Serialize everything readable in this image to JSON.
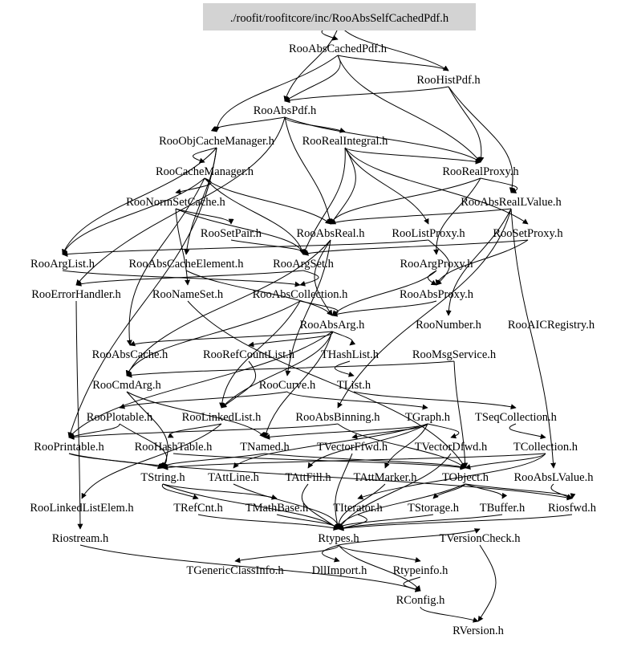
{
  "diagram": {
    "type": "include-dependency-graph",
    "root": {
      "id": "root",
      "label": "./roofit/roofitcore/inc/RooAbsSelfCachedPdf.h",
      "fill": "#d3d3d3"
    },
    "nodes": [
      {
        "id": "RooAbsCachedPdf",
        "label": "RooAbsCachedPdf.h"
      },
      {
        "id": "RooHistPdf",
        "label": "RooHistPdf.h"
      },
      {
        "id": "RooAbsPdf",
        "label": "RooAbsPdf.h"
      },
      {
        "id": "RooObjCacheManager",
        "label": "RooObjCacheManager.h"
      },
      {
        "id": "RooRealIntegral",
        "label": "RooRealIntegral.h"
      },
      {
        "id": "RooCacheManager",
        "label": "RooCacheManager.h"
      },
      {
        "id": "RooRealProxy",
        "label": "RooRealProxy.h"
      },
      {
        "id": "RooNormSetCache",
        "label": "RooNormSetCache.h"
      },
      {
        "id": "RooAbsRealLValue",
        "label": "RooAbsRealLValue.h"
      },
      {
        "id": "RooSetPair",
        "label": "RooSetPair.h"
      },
      {
        "id": "RooAbsReal",
        "label": "RooAbsReal.h"
      },
      {
        "id": "RooListProxy",
        "label": "RooListProxy.h"
      },
      {
        "id": "RooSetProxy",
        "label": "RooSetProxy.h"
      },
      {
        "id": "RooArgList",
        "label": "RooArgList.h"
      },
      {
        "id": "RooAbsCacheElement",
        "label": "RooAbsCacheElement.h"
      },
      {
        "id": "RooArgSet",
        "label": "RooArgSet.h"
      },
      {
        "id": "RooArgProxy",
        "label": "RooArgProxy.h"
      },
      {
        "id": "RooErrorHandler",
        "label": "RooErrorHandler.h"
      },
      {
        "id": "RooNameSet",
        "label": "RooNameSet.h"
      },
      {
        "id": "RooAbsCollection",
        "label": "RooAbsCollection.h"
      },
      {
        "id": "RooAbsProxy",
        "label": "RooAbsProxy.h"
      },
      {
        "id": "RooAbsArg",
        "label": "RooAbsArg.h"
      },
      {
        "id": "RooNumber",
        "label": "RooNumber.h"
      },
      {
        "id": "RooAICRegistry",
        "label": "RooAICRegistry.h"
      },
      {
        "id": "RooAbsCache",
        "label": "RooAbsCache.h"
      },
      {
        "id": "RooRefCountList",
        "label": "RooRefCountList.h"
      },
      {
        "id": "THashList",
        "label": "THashList.h"
      },
      {
        "id": "RooMsgService",
        "label": "RooMsgService.h"
      },
      {
        "id": "RooCmdArg",
        "label": "RooCmdArg.h"
      },
      {
        "id": "RooCurve",
        "label": "RooCurve.h"
      },
      {
        "id": "TList",
        "label": "TList.h"
      },
      {
        "id": "RooPlotable",
        "label": "RooPlotable.h"
      },
      {
        "id": "RooLinkedList",
        "label": "RooLinkedList.h"
      },
      {
        "id": "RooAbsBinning",
        "label": "RooAbsBinning.h"
      },
      {
        "id": "TGraph",
        "label": "TGraph.h"
      },
      {
        "id": "TSeqCollection",
        "label": "TSeqCollection.h"
      },
      {
        "id": "RooPrintable",
        "label": "RooPrintable.h"
      },
      {
        "id": "RooHashTable",
        "label": "RooHashTable.h"
      },
      {
        "id": "TNamed",
        "label": "TNamed.h"
      },
      {
        "id": "TVectorFfwd",
        "label": "TVectorFfwd.h"
      },
      {
        "id": "TVectorDfwd",
        "label": "TVectorDfwd.h"
      },
      {
        "id": "TCollection",
        "label": "TCollection.h"
      },
      {
        "id": "TString",
        "label": "TString.h"
      },
      {
        "id": "TAttLine",
        "label": "TAttLine.h"
      },
      {
        "id": "TAttFill",
        "label": "TAttFill.h"
      },
      {
        "id": "TAttMarker",
        "label": "TAttMarker.h"
      },
      {
        "id": "TObject",
        "label": "TObject.h"
      },
      {
        "id": "RooAbsLValue",
        "label": "RooAbsLValue.h"
      },
      {
        "id": "RooLinkedListElem",
        "label": "RooLinkedListElem.h"
      },
      {
        "id": "TRefCnt",
        "label": "TRefCnt.h"
      },
      {
        "id": "TMathBase",
        "label": "TMathBase.h"
      },
      {
        "id": "TIterator",
        "label": "TIterator.h"
      },
      {
        "id": "TStorage",
        "label": "TStorage.h"
      },
      {
        "id": "TBuffer",
        "label": "TBuffer.h"
      },
      {
        "id": "Riosfwd",
        "label": "Riosfwd.h"
      },
      {
        "id": "Riostream",
        "label": "Riostream.h"
      },
      {
        "id": "Rtypes",
        "label": "Rtypes.h"
      },
      {
        "id": "TVersionCheck",
        "label": "TVersionCheck.h"
      },
      {
        "id": "TGenericClassInfo",
        "label": "TGenericClassInfo.h"
      },
      {
        "id": "DllImport",
        "label": "DllImport.h"
      },
      {
        "id": "Rtypeinfo",
        "label": "Rtypeinfo.h"
      },
      {
        "id": "RConfig",
        "label": "RConfig.h"
      },
      {
        "id": "RVersion",
        "label": "RVersion.h"
      }
    ],
    "edges": [
      [
        "root",
        "RooAbsCachedPdf"
      ],
      [
        "root",
        "RooHistPdf"
      ],
      [
        "root",
        "RooAbsPdf"
      ],
      [
        "RooAbsCachedPdf",
        "RooHistPdf"
      ],
      [
        "RooAbsCachedPdf",
        "RooAbsPdf"
      ],
      [
        "RooAbsCachedPdf",
        "RooObjCacheManager"
      ],
      [
        "RooAbsCachedPdf",
        "RooRealProxy"
      ],
      [
        "RooHistPdf",
        "RooAbsPdf"
      ],
      [
        "RooHistPdf",
        "RooRealProxy"
      ],
      [
        "RooHistPdf",
        "RooAbsRealLValue"
      ],
      [
        "RooAbsPdf",
        "RooObjCacheManager"
      ],
      [
        "RooAbsPdf",
        "RooRealIntegral"
      ],
      [
        "RooAbsPdf",
        "RooAbsReal"
      ],
      [
        "RooAbsPdf",
        "RooRealProxy"
      ],
      [
        "RooAbsPdf",
        "RooErrorHandler"
      ],
      [
        "RooObjCacheManager",
        "RooCacheManager"
      ],
      [
        "RooObjCacheManager",
        "RooArgList"
      ],
      [
        "RooObjCacheManager",
        "RooAbsCacheElement"
      ],
      [
        "RooObjCacheManager",
        "RooPrintable"
      ],
      [
        "RooRealIntegral",
        "RooAbsReal"
      ],
      [
        "RooRealIntegral",
        "RooRealProxy"
      ],
      [
        "RooRealIntegral",
        "RooSetProxy"
      ],
      [
        "RooRealIntegral",
        "RooListProxy"
      ],
      [
        "RooRealIntegral",
        "RooArgSet"
      ],
      [
        "RooCacheManager",
        "RooNormSetCache"
      ],
      [
        "RooCacheManager",
        "RooAbsCache"
      ],
      [
        "RooCacheManager",
        "RooArgList"
      ],
      [
        "RooCacheManager",
        "RooAbsReal"
      ],
      [
        "RooCacheManager",
        "RooArgSet"
      ],
      [
        "RooRealProxy",
        "RooAbsRealLValue"
      ],
      [
        "RooRealProxy",
        "RooAbsReal"
      ],
      [
        "RooRealProxy",
        "RooArgProxy"
      ],
      [
        "RooNormSetCache",
        "RooNameSet"
      ],
      [
        "RooNormSetCache",
        "RooSetPair"
      ],
      [
        "RooNormSetCache",
        "RooArgSet"
      ],
      [
        "RooAbsRealLValue",
        "RooAbsReal"
      ],
      [
        "RooAbsRealLValue",
        "RooNumber"
      ],
      [
        "RooAbsRealLValue",
        "RooAbsLValue"
      ],
      [
        "RooAbsRealLValue",
        "RooAbsBinning"
      ],
      [
        "RooSetPair",
        "RooArgSet"
      ],
      [
        "RooAbsReal",
        "RooAbsArg"
      ],
      [
        "RooAbsReal",
        "RooCmdArg"
      ],
      [
        "RooAbsReal",
        "RooCurve"
      ],
      [
        "RooListProxy",
        "RooArgList"
      ],
      [
        "RooListProxy",
        "RooAbsProxy"
      ],
      [
        "RooSetProxy",
        "RooArgSet"
      ],
      [
        "RooSetProxy",
        "RooAbsProxy"
      ],
      [
        "RooArgList",
        "RooAbsCollection"
      ],
      [
        "RooAbsCacheElement",
        "RooAbsArg"
      ],
      [
        "RooArgSet",
        "RooAbsCollection"
      ],
      [
        "RooArgSet",
        "RooErrorHandler"
      ],
      [
        "RooArgProxy",
        "RooAbsProxy"
      ],
      [
        "RooArgProxy",
        "RooAbsArg"
      ],
      [
        "RooNameSet",
        "TObject"
      ],
      [
        "RooAbsCollection",
        "RooAbsArg"
      ],
      [
        "RooAbsCollection",
        "RooCmdArg"
      ],
      [
        "RooAbsCollection",
        "RooLinkedList"
      ],
      [
        "RooAbsProxy",
        "RooAbsArg"
      ],
      [
        "RooAbsArg",
        "THashList"
      ],
      [
        "RooAbsArg",
        "RooRefCountList"
      ],
      [
        "RooAbsArg",
        "RooAbsCache"
      ],
      [
        "RooAbsArg",
        "RooPrintable"
      ],
      [
        "RooAbsArg",
        "TNamed"
      ],
      [
        "RooAbsArg",
        "RooLinkedList"
      ],
      [
        "RooRefCountList",
        "RooLinkedList"
      ],
      [
        "THashList",
        "TList"
      ],
      [
        "RooMsgService",
        "RooCmdArg"
      ],
      [
        "RooMsgService",
        "TObject"
      ],
      [
        "RooCmdArg",
        "TNamed"
      ],
      [
        "RooCmdArg",
        "TString"
      ],
      [
        "RooCurve",
        "TGraph"
      ],
      [
        "RooCurve",
        "RooPlotable"
      ],
      [
        "TList",
        "TSeqCollection"
      ],
      [
        "RooPlotable",
        "RooPrintable"
      ],
      [
        "RooPlotable",
        "TString"
      ],
      [
        "RooLinkedList",
        "RooHashTable"
      ],
      [
        "RooLinkedList",
        "RooLinkedListElem"
      ],
      [
        "RooAbsBinning",
        "TObject"
      ],
      [
        "RooAbsBinning",
        "RooPrintable"
      ],
      [
        "TGraph",
        "TNamed"
      ],
      [
        "TGraph",
        "TAttLine"
      ],
      [
        "TGraph",
        "TAttFill"
      ],
      [
        "TGraph",
        "TAttMarker"
      ],
      [
        "TGraph",
        "TVectorFfwd"
      ],
      [
        "TGraph",
        "TVectorDfwd"
      ],
      [
        "TSeqCollection",
        "TCollection"
      ],
      [
        "RooPrintable",
        "Riosfwd"
      ],
      [
        "RooPrintable",
        "TString"
      ],
      [
        "RooHashTable",
        "TObject"
      ],
      [
        "TNamed",
        "TObject"
      ],
      [
        "TNamed",
        "TString"
      ],
      [
        "TVectorFfwd",
        "Rtypes"
      ],
      [
        "TVectorDfwd",
        "Rtypes"
      ],
      [
        "TCollection",
        "TObject"
      ],
      [
        "TCollection",
        "TIterator"
      ],
      [
        "TCollection",
        "TString"
      ],
      [
        "TString",
        "TRefCnt"
      ],
      [
        "TString",
        "TMathBase"
      ],
      [
        "TString",
        "Rtypes"
      ],
      [
        "TAttLine",
        "Rtypes"
      ],
      [
        "TAttFill",
        "Rtypes"
      ],
      [
        "TAttMarker",
        "Rtypes"
      ],
      [
        "TObject",
        "TStorage"
      ],
      [
        "TObject",
        "TBuffer"
      ],
      [
        "TObject",
        "Riosfwd"
      ],
      [
        "TObject",
        "Rtypes"
      ],
      [
        "RooAbsLValue",
        "Riosfwd"
      ],
      [
        "TRefCnt",
        "Rtypes"
      ],
      [
        "TMathBase",
        "Rtypes"
      ],
      [
        "TIterator",
        "Rtypes"
      ],
      [
        "TStorage",
        "Rtypes"
      ],
      [
        "TBuffer",
        "Rtypes"
      ],
      [
        "Riosfwd",
        "Rtypes"
      ],
      [
        "Riostream",
        "RConfig"
      ],
      [
        "Rtypes",
        "TGenericClassInfo"
      ],
      [
        "Rtypes",
        "DllImport"
      ],
      [
        "Rtypes",
        "Rtypeinfo"
      ],
      [
        "Rtypes",
        "RConfig"
      ],
      [
        "Rtypes",
        "TVersionCheck"
      ],
      [
        "TVersionCheck",
        "RVersion"
      ],
      [
        "Rtypeinfo",
        "RConfig"
      ],
      [
        "RConfig",
        "RVersion"
      ],
      [
        "RooErrorHandler",
        "Riostream"
      ]
    ]
  }
}
